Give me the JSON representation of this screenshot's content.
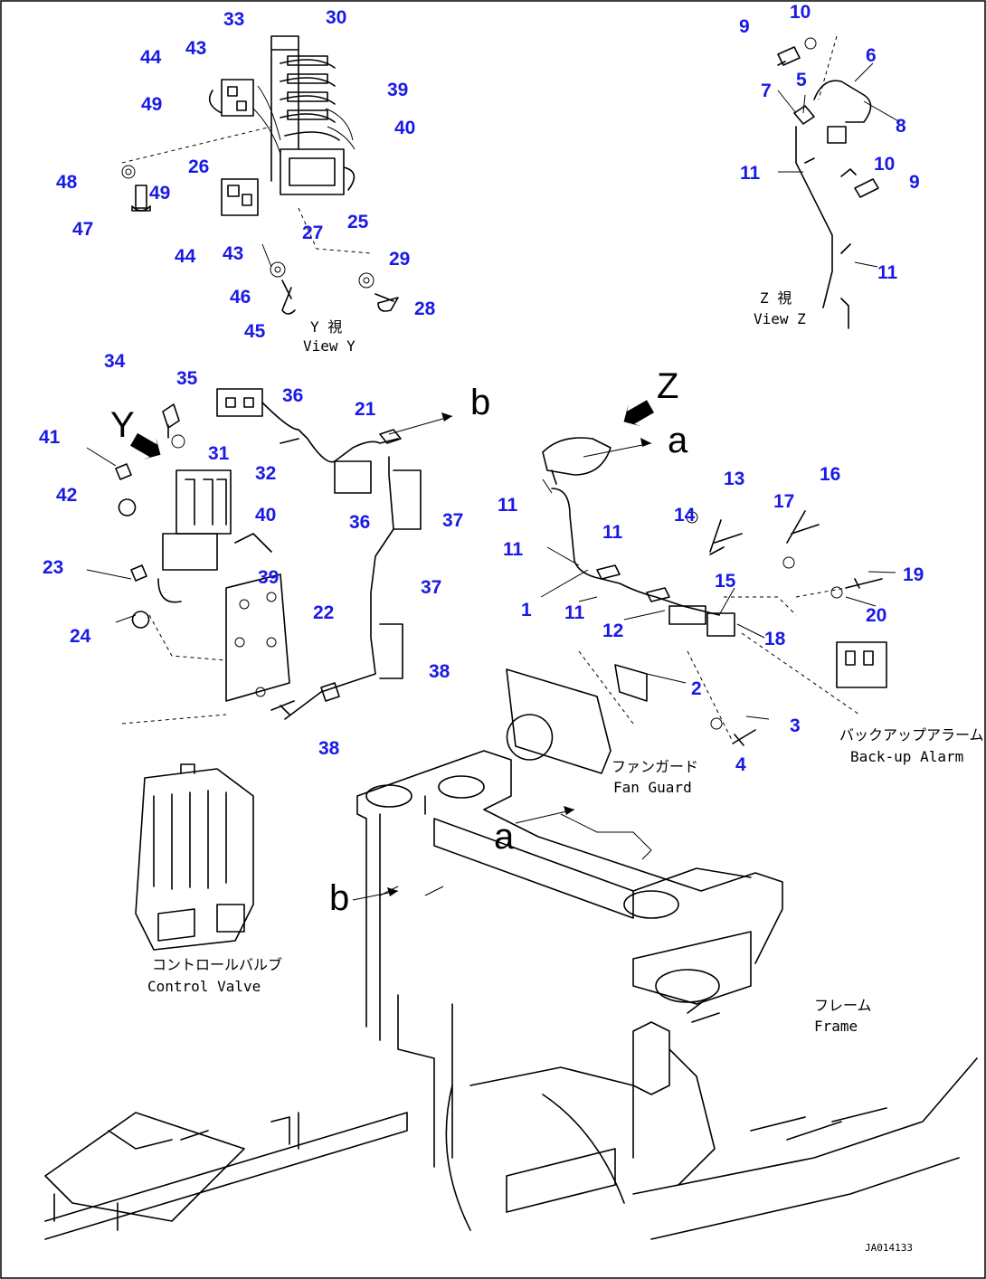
{
  "drawing_id": "JA014133",
  "view_letters": {
    "y": "Y",
    "z": "Z",
    "a": "a",
    "b": "b"
  },
  "callouts": [
    {
      "id": "c33",
      "text": "33"
    },
    {
      "id": "c30",
      "text": "30"
    },
    {
      "id": "c43a",
      "text": "43"
    },
    {
      "id": "c44a",
      "text": "44"
    },
    {
      "id": "c49a",
      "text": "49"
    },
    {
      "id": "c39a",
      "text": "39"
    },
    {
      "id": "c40a",
      "text": "40"
    },
    {
      "id": "c26",
      "text": "26"
    },
    {
      "id": "c48",
      "text": "48"
    },
    {
      "id": "c49b",
      "text": "49"
    },
    {
      "id": "c47",
      "text": "47"
    },
    {
      "id": "c25",
      "text": "25"
    },
    {
      "id": "c27",
      "text": "27"
    },
    {
      "id": "c44b",
      "text": "44"
    },
    {
      "id": "c43b",
      "text": "43"
    },
    {
      "id": "c29",
      "text": "29"
    },
    {
      "id": "c46",
      "text": "46"
    },
    {
      "id": "c28",
      "text": "28"
    },
    {
      "id": "c45",
      "text": "45"
    },
    {
      "id": "c9a",
      "text": "9"
    },
    {
      "id": "c10a",
      "text": "10"
    },
    {
      "id": "c6",
      "text": "6"
    },
    {
      "id": "c7",
      "text": "7"
    },
    {
      "id": "c5",
      "text": "5"
    },
    {
      "id": "c8",
      "text": "8"
    },
    {
      "id": "c11a",
      "text": "11"
    },
    {
      "id": "c10b",
      "text": "10"
    },
    {
      "id": "c9b",
      "text": "9"
    },
    {
      "id": "c11b",
      "text": "11"
    },
    {
      "id": "c34",
      "text": "34"
    },
    {
      "id": "c35",
      "text": "35"
    },
    {
      "id": "c36a",
      "text": "36"
    },
    {
      "id": "c21",
      "text": "21"
    },
    {
      "id": "c41",
      "text": "41"
    },
    {
      "id": "c31",
      "text": "31"
    },
    {
      "id": "c32",
      "text": "32"
    },
    {
      "id": "c42",
      "text": "42"
    },
    {
      "id": "c40b",
      "text": "40"
    },
    {
      "id": "c36b",
      "text": "36"
    },
    {
      "id": "c37a",
      "text": "37"
    },
    {
      "id": "c23",
      "text": "23"
    },
    {
      "id": "c39b",
      "text": "39"
    },
    {
      "id": "c22",
      "text": "22"
    },
    {
      "id": "c37b",
      "text": "37"
    },
    {
      "id": "c24",
      "text": "24"
    },
    {
      "id": "c38a",
      "text": "38"
    },
    {
      "id": "c38b",
      "text": "38"
    },
    {
      "id": "c11c",
      "text": "11"
    },
    {
      "id": "c11d",
      "text": "11"
    },
    {
      "id": "c13",
      "text": "13"
    },
    {
      "id": "c16",
      "text": "16"
    },
    {
      "id": "c11e",
      "text": "11"
    },
    {
      "id": "c14",
      "text": "14"
    },
    {
      "id": "c17",
      "text": "17"
    },
    {
      "id": "c19",
      "text": "19"
    },
    {
      "id": "c1",
      "text": "1"
    },
    {
      "id": "c15",
      "text": "15"
    },
    {
      "id": "c11f",
      "text": "11"
    },
    {
      "id": "c12",
      "text": "12"
    },
    {
      "id": "c20",
      "text": "20"
    },
    {
      "id": "c18",
      "text": "18"
    },
    {
      "id": "c2",
      "text": "2"
    },
    {
      "id": "c3",
      "text": "3"
    },
    {
      "id": "c4",
      "text": "4"
    }
  ],
  "labels": {
    "view_y_jp": "Y 視",
    "view_y_en": "View Y",
    "view_z_jp": "Z 視",
    "view_z_en": "View Z",
    "fan_guard_jp": "ファンガード",
    "fan_guard_en": "Fan Guard",
    "backup_alarm_jp": "バックアップアラーム",
    "backup_alarm_en": "Back-up Alarm",
    "control_valve_jp": "コントロールバルブ",
    "control_valve_en": "Control Valve",
    "frame_jp": "フレーム",
    "frame_en": "Frame"
  },
  "colors": {
    "callout": "#1a1ae6",
    "line": "#000000",
    "background": "#ffffff"
  }
}
